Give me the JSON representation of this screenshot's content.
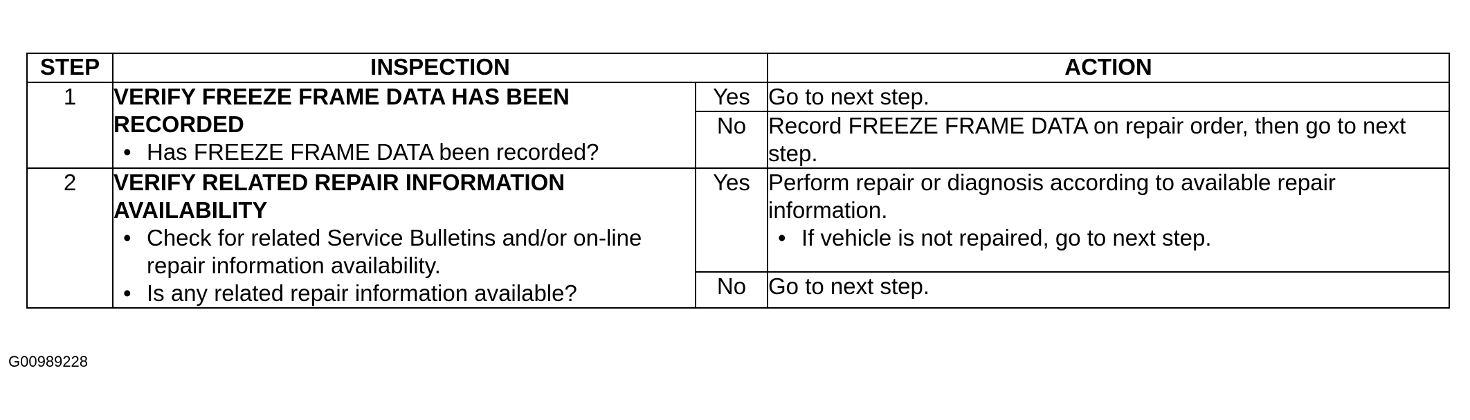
{
  "table": {
    "headers": {
      "step": "STEP",
      "inspection": "INSPECTION",
      "action": "ACTION"
    },
    "rows": [
      {
        "step": "1",
        "title": "VERIFY FREEZE FRAME DATA HAS BEEN RECORDED",
        "bullets": [
          "Has FREEZE FRAME DATA been recorded?"
        ],
        "yes_label": "Yes",
        "yes_action": "Go to next step.",
        "yes_bullets": [],
        "no_label": "No",
        "no_action": "Record FREEZE FRAME DATA on repair order, then go to next step."
      },
      {
        "step": "2",
        "title": "VERIFY RELATED REPAIR INFORMATION AVAILABILITY",
        "bullets": [
          "Check for related Service Bulletins and/or on-line repair information availability.",
          "Is any related repair information available?"
        ],
        "yes_label": "Yes",
        "yes_action": "Perform repair or diagnosis according to available repair information.",
        "yes_bullets": [
          "If vehicle is not repaired, go to next step."
        ],
        "no_label": "No",
        "no_action": "Go to next step."
      }
    ]
  },
  "figure_id": "G00989228"
}
